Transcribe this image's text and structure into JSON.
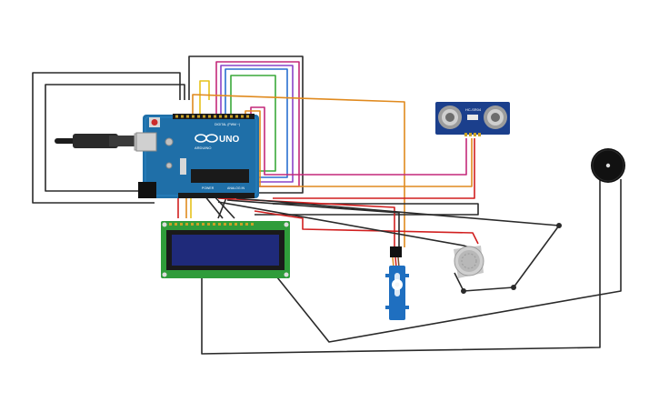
{
  "arduino": {
    "logo": "UNO",
    "brand": "ARDUINO",
    "digital_label": "DIGITAL (PWM ~)",
    "power_label": "POWER",
    "analog_label": "ANALOG IN"
  },
  "ultrasonic": {
    "label": "HC-SR04"
  },
  "colors": {
    "wire_black": "#2a2a2a",
    "wire_red": "#d11f1f",
    "wire_orange": "#e08a1e",
    "wire_yellow": "#e6c21a",
    "wire_magenta": "#c4297a",
    "wire_purple": "#8a44c8",
    "wire_green": "#3aa83a",
    "board_blue": "#1f6fa8",
    "lcd_green": "#2f9c3a",
    "lcd_screen": "#1f2a7a",
    "servo_blue": "#1f6fc0",
    "buzzer_black": "#111111",
    "sensor_navy": "#1b3f8c"
  },
  "icons": [
    "usb-cable-icon",
    "buzzer-icon",
    "gas-sensor-icon",
    "servo-icon",
    "ultrasonic-sensor-icon"
  ]
}
